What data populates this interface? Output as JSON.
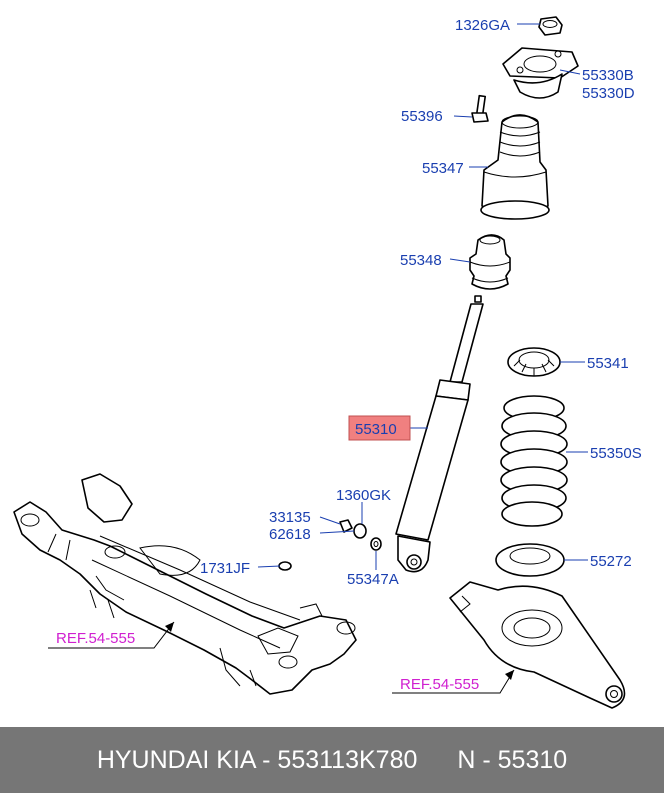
{
  "labels": {
    "p1326GA": "1326GA",
    "p55330B": "55330B",
    "p55330D": "55330D",
    "p55396": "55396",
    "p55347": "55347",
    "p55348": "55348",
    "p55341": "55341",
    "p55310": "55310",
    "p55350S": "55350S",
    "p1360GK": "1360GK",
    "p33135": "33135",
    "p62618": "62618",
    "p1731JF": "1731JF",
    "p55347A": "55347A",
    "p55272": "55272",
    "ref_left": "REF.54-555",
    "ref_right": "REF.54-555"
  },
  "colors": {
    "label": "#1a3fb0",
    "ref": "#d020d0",
    "highlight": "#f08080",
    "footer_bg": "#767676"
  },
  "footer": {
    "part_info": "HYUNDAI KIA - 553113K780",
    "ref_info": "N - 55310"
  }
}
